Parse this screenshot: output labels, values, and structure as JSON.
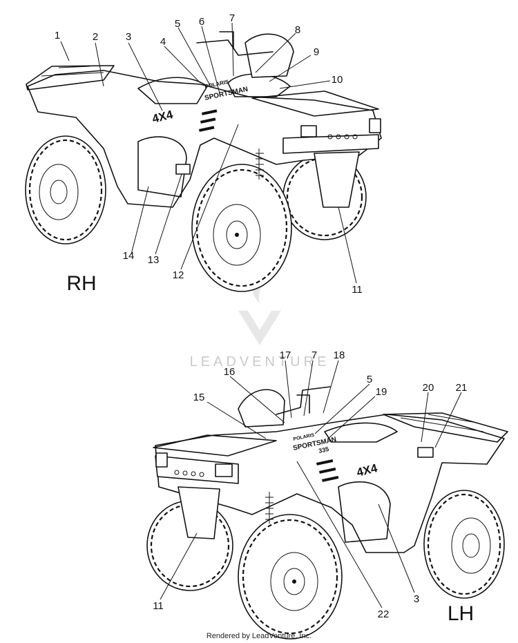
{
  "watermark": {
    "text": "LEADVENTURE"
  },
  "credit": "Rendered by LeadVenture, Inc.",
  "views": {
    "rh": {
      "label": "RH"
    },
    "lh": {
      "label": "LH"
    }
  },
  "decals": {
    "fourbyfour": "4X4",
    "brand": "POLARIS",
    "model": "SPORTSMAN",
    "engine": "335"
  },
  "callouts": {
    "rh": [
      "1",
      "2",
      "3",
      "4",
      "5",
      "6",
      "7",
      "8",
      "9",
      "10",
      "11",
      "12",
      "13",
      "14"
    ],
    "lh": [
      "17",
      "7",
      "18",
      "16",
      "5",
      "19",
      "20",
      "21",
      "15",
      "11",
      "22",
      "3"
    ]
  }
}
